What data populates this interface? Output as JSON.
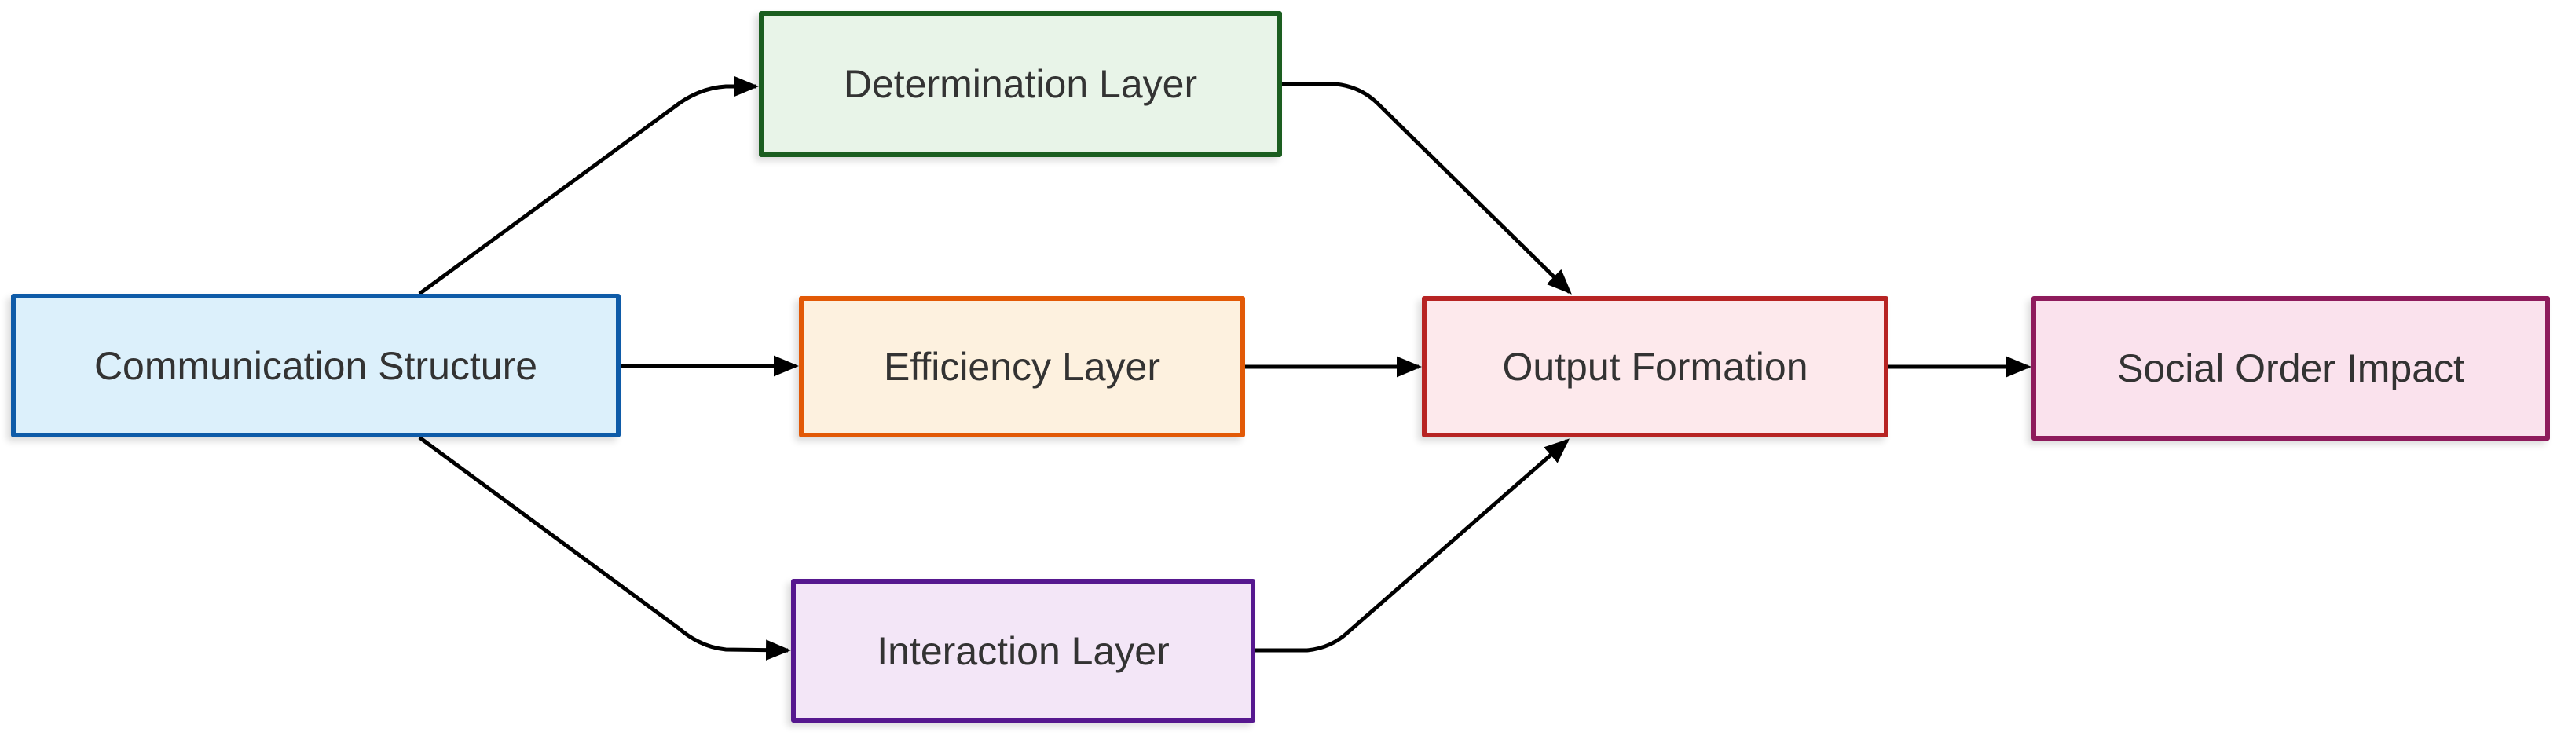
{
  "diagram": {
    "type": "flowchart",
    "direction": "left-to-right",
    "background": "#FFFFFF",
    "text_color": "#333333",
    "edge_color": "#000000",
    "nodes": [
      {
        "id": "communication-structure",
        "label": "Communication Structure",
        "fill": "#DCF0FB",
        "border": "#0E5BA8"
      },
      {
        "id": "determination-layer",
        "label": "Determination Layer",
        "fill": "#E8F4E8",
        "border": "#1B5E20"
      },
      {
        "id": "efficiency-layer",
        "label": "Efficiency Layer",
        "fill": "#FDF1DF",
        "border": "#E25906"
      },
      {
        "id": "interaction-layer",
        "label": "Interaction Layer",
        "fill": "#F3E6F7",
        "border": "#56188F"
      },
      {
        "id": "output-formation",
        "label": "Output Formation",
        "fill": "#FDE9EC",
        "border": "#B72423"
      },
      {
        "id": "social-order-impact",
        "label": "Social Order Impact",
        "fill": "#FAE2ED",
        "border": "#8E1B5C"
      }
    ],
    "edges": [
      {
        "from": "Communication Structure",
        "to": "Determination Layer"
      },
      {
        "from": "Communication Structure",
        "to": "Efficiency Layer"
      },
      {
        "from": "Communication Structure",
        "to": "Interaction Layer"
      },
      {
        "from": "Determination Layer",
        "to": "Output Formation"
      },
      {
        "from": "Efficiency Layer",
        "to": "Output Formation"
      },
      {
        "from": "Interaction Layer",
        "to": "Output Formation"
      },
      {
        "from": "Output Formation",
        "to": "Social Order Impact"
      }
    ]
  }
}
